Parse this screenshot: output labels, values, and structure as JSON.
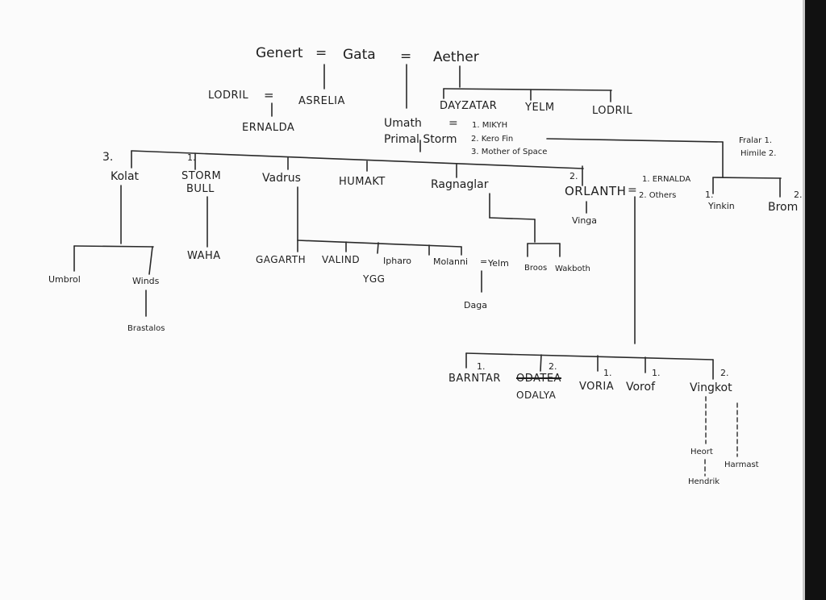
{
  "nodes": {
    "genert": "Genert",
    "eq1": "=",
    "gata": "Gata",
    "eq2": "=",
    "aether": "Aether",
    "lodril_left": "LODRIL",
    "eq3": "=",
    "asrelia": "ASRELIA",
    "ernalda_top": "ERNALDA",
    "dayzatar": "DAYZATAR",
    "yelm_top": "YELM",
    "lodril_right": "LODRIL",
    "umath": "Umath",
    "eq4": "=",
    "umath_spouse1": "1. MIKYH",
    "umath_spouse2": "2. Kero Fin",
    "umath_spouse3": "3. Mother of Space",
    "primal_storm": "Primal Storm",
    "fralar": "Fralar 1.",
    "himile": "Himile 2.",
    "kolat_num": "3.",
    "kolat": "Kolat",
    "stormbull_num": "1.",
    "stormbull1": "STORM",
    "stormbull2": "BULL",
    "vadrus": "Vadrus",
    "humakt": "HUMAKT",
    "ragnaglar": "Ragnaglar",
    "orlanth_num": "2.",
    "orlanth": "ORLANTH",
    "eq5": "=",
    "orlanth_spouse1": "1. ERNALDA",
    "orlanth_spouse2": "2. Others",
    "yinkin_num": "1.",
    "yinkin": "Yinkin",
    "brom_num": "2.",
    "brom": "Brom",
    "vinga": "Vinga",
    "waha": "WAHA",
    "gagarth": "GAGARTH",
    "valind": "VALIND",
    "ipharo": "Ipharo",
    "yggs": "YGG",
    "molanni": "Molanni",
    "eq6": "=",
    "yelm_mid": "Yelm",
    "broos": "Broos",
    "wakboth": "Wakboth",
    "daga": "Daga",
    "umbrol": "Umbrol",
    "winds": "Winds",
    "brastalos": "Brastalos",
    "barntar_num": "1.",
    "barntar": "BARNTAR",
    "odalya_num": "2.",
    "odalya_strike": "ODATEA",
    "odalya": "ODALYA",
    "voria_num": "1.",
    "voria": "VORIA",
    "vorof_num": "1.",
    "vorof": "Vorof",
    "vingkot_num": "2.",
    "vingkot": "Vingkot",
    "heort": "Heort",
    "harmast": "Harmast",
    "hendrik": "Hendrik"
  }
}
